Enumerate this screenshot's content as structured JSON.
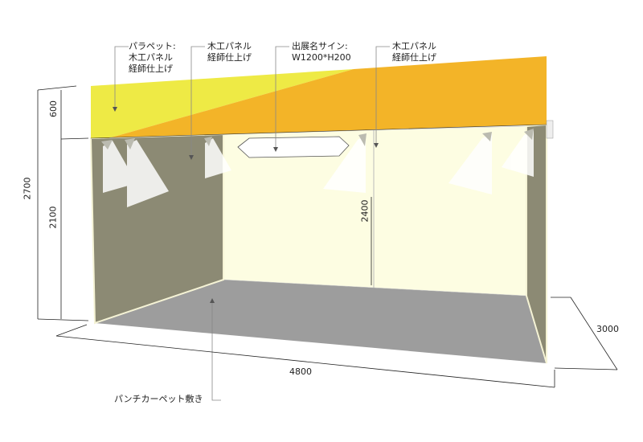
{
  "labels": {
    "parapet": [
      "パラペット:",
      "木工パネル",
      "経師仕上げ"
    ],
    "left_wall": [
      "木工パネル",
      "経師仕上げ"
    ],
    "sign": [
      "出展名サイン:",
      "W1200*H200"
    ],
    "back_wall": [
      "木工パネル",
      "経師仕上げ"
    ],
    "floor": "パンチカーペット敷き"
  },
  "dimensions": {
    "total_height": "2700",
    "parapet_height": "600",
    "wall_height": "2100",
    "back_wall_height": "2400",
    "width": "4800",
    "depth": "3000"
  },
  "colors": {
    "parapet_yellow": "#eeea45",
    "parapet_orange": "#f3b428",
    "side_wall": "#8c8a74",
    "back_wall": "#fdfde2",
    "floor": "#9d9d9d"
  }
}
